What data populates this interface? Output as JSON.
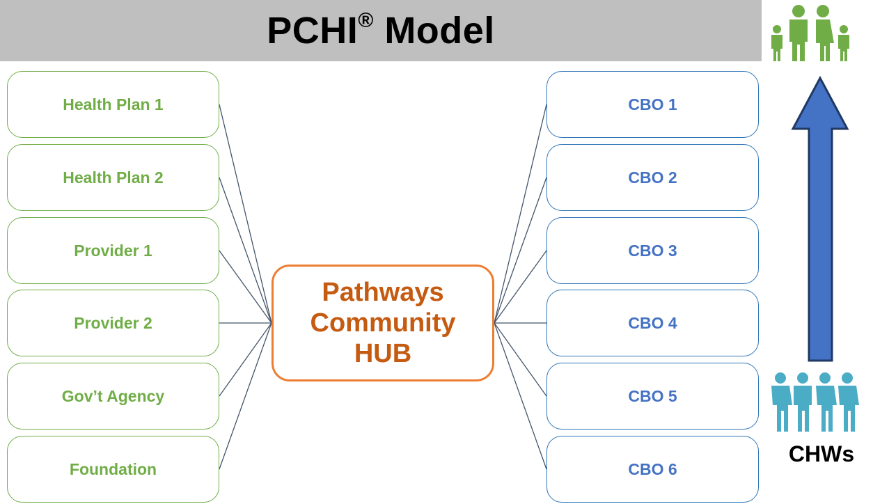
{
  "title": {
    "main": "PCHI",
    "mark": "®",
    "rest": " Model"
  },
  "left_nodes": [
    "Health Plan 1",
    "Health Plan 2",
    "Provider 1",
    "Provider 2",
    "Gov’t Agency",
    "Foundation"
  ],
  "hub": {
    "line1": "Pathways",
    "line2": "Community",
    "line3": "HUB"
  },
  "right_nodes": [
    "CBO 1",
    "CBO 2",
    "CBO 3",
    "CBO 4",
    "CBO 5",
    "CBO 6"
  ],
  "chw_label": "CHWs",
  "colors": {
    "left_border": "#70ad47",
    "right_border": "#2e75b6",
    "right_text": "#4472c4",
    "hub_border": "#ed7d31",
    "hub_text": "#c55a11",
    "arrow_fill": "#4472c4",
    "arrow_stroke": "#1f3864",
    "family_icon": "#70ad47",
    "chw_icon": "#4bacc6",
    "connector": "#44546a",
    "title_bar": "#bfbfbf"
  },
  "icons": {
    "family": "family-icon",
    "chws": "chw-group-icon",
    "arrow": "up-arrow-icon"
  }
}
